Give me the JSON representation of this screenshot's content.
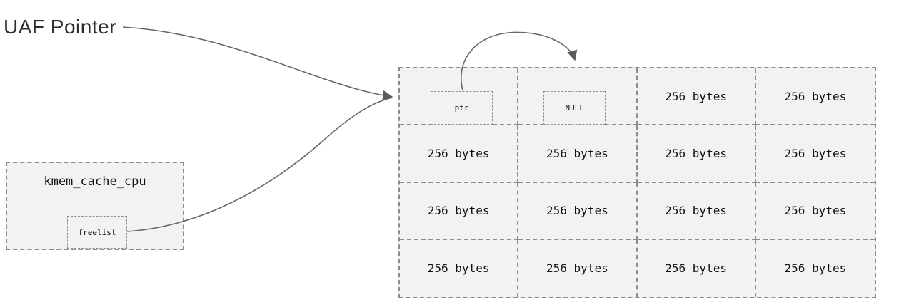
{
  "labels": {
    "uaf_pointer": "UAF Pointer"
  },
  "kmem_cache_cpu": {
    "title": "kmem_cache_cpu",
    "freelist_label": "freelist"
  },
  "slab_grid": {
    "rows": [
      {
        "cells": [
          {
            "type": "pointer-slot",
            "inner_label": "ptr"
          },
          {
            "type": "pointer-slot",
            "inner_label": "NULL"
          },
          {
            "type": "chunk",
            "label": "256 bytes"
          },
          {
            "type": "chunk",
            "label": "256 bytes"
          }
        ]
      },
      {
        "cells": [
          {
            "type": "chunk",
            "label": "256 bytes"
          },
          {
            "type": "chunk",
            "label": "256 bytes"
          },
          {
            "type": "chunk",
            "label": "256 bytes"
          },
          {
            "type": "chunk",
            "label": "256 bytes"
          }
        ]
      },
      {
        "cells": [
          {
            "type": "chunk",
            "label": "256 bytes"
          },
          {
            "type": "chunk",
            "label": "256 bytes"
          },
          {
            "type": "chunk",
            "label": "256 bytes"
          },
          {
            "type": "chunk",
            "label": "256 bytes"
          }
        ]
      },
      {
        "cells": [
          {
            "type": "chunk",
            "label": "256 bytes"
          },
          {
            "type": "chunk",
            "label": "256 bytes"
          },
          {
            "type": "chunk",
            "label": "256 bytes"
          },
          {
            "type": "chunk",
            "label": "256 bytes"
          }
        ]
      }
    ]
  },
  "colors": {
    "box_fill": "#f2f2f2",
    "dashed_border": "#8c8c8c",
    "arrow_stroke": "#666666",
    "arrowhead_fill": "#5a5a5a",
    "mono_text": "#111111",
    "label_text": "#2d2d2d",
    "background": "#ffffff"
  }
}
